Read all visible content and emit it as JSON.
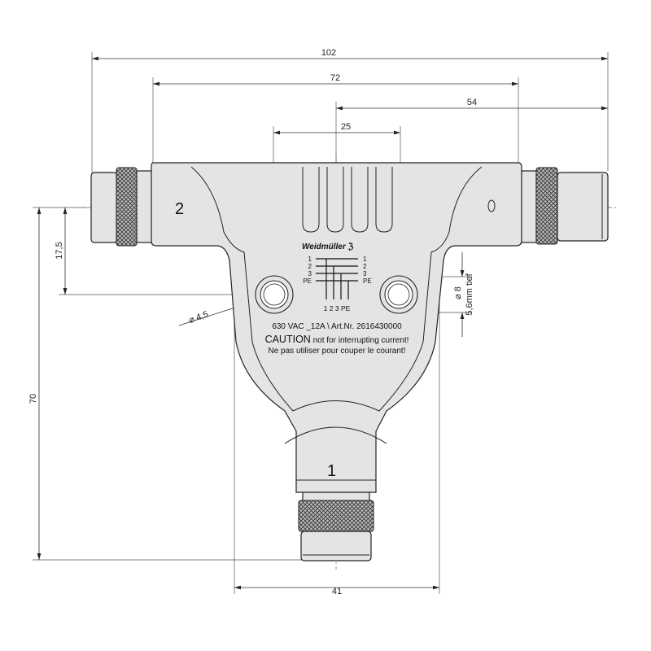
{
  "dimensions": {
    "overall_width": "102",
    "body_width": "72",
    "center_to_end": "54",
    "groove_width": "25",
    "hole_offset": "17,5",
    "overall_height": "70",
    "hole_spacing": "41",
    "hole_diameter": "⌀ 4,5",
    "counterbore_diameter": "⌀ 8",
    "counterbore_depth": "5,6mm tief"
  },
  "ports": {
    "left": "2",
    "bottom": "1"
  },
  "label": {
    "brand": "Weidmüller",
    "wiring_left": [
      "1",
      "2",
      "3",
      "PE"
    ],
    "wiring_right": [
      "1",
      "2",
      "3",
      "PE"
    ],
    "wiring_bottom": "1 2 3 PE",
    "rating": "630 VAC  _12A \\ Art.Nr. 2616430000",
    "caution_word": "CAUTION",
    "caution_en": "not for interrupting current!",
    "caution_fr": "Ne pas utiliser pour couper le courant!"
  }
}
